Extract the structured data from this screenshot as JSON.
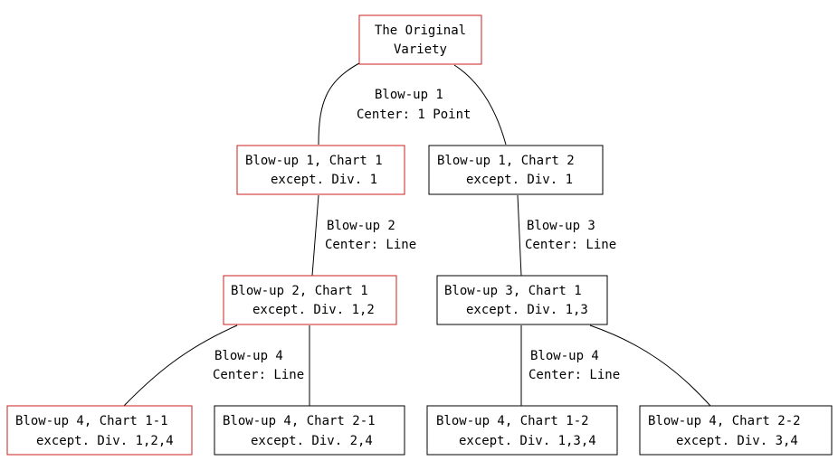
{
  "colors": {
    "highlight": "#cc1f1f",
    "default": "#000000"
  },
  "nodes": {
    "root": {
      "line1": "The Original",
      "line2": "Variety",
      "highlighted": true
    },
    "c11": {
      "line1": "Blow-up 1, Chart 1",
      "line2": "except. Div. 1",
      "highlighted": true
    },
    "c12": {
      "line1": "Blow-up 1, Chart 2",
      "line2": "except. Div. 1",
      "highlighted": false
    },
    "c21": {
      "line1": "Blow-up 2, Chart 1",
      "line2": "except. Div. 1,2",
      "highlighted": true
    },
    "c31": {
      "line1": "Blow-up 3, Chart 1",
      "line2": "except. Div. 1,3",
      "highlighted": false
    },
    "c411": {
      "line1": "Blow-up 4, Chart 1-1",
      "line2": "except. Div. 1,2,4",
      "highlighted": true
    },
    "c421": {
      "line1": "Blow-up 4, Chart 2-1",
      "line2": "except. Div. 2,4",
      "highlighted": false
    },
    "c412": {
      "line1": "Blow-up 4, Chart 1-2",
      "line2": "except. Div. 1,3,4",
      "highlighted": false
    },
    "c422": {
      "line1": "Blow-up 4, Chart 2-2",
      "line2": "except. Div. 3,4",
      "highlighted": false
    }
  },
  "edges": {
    "blowup1": {
      "line1": "Blow-up 1",
      "line2": "Center: 1 Point"
    },
    "blowup2": {
      "line1": "Blow-up 2",
      "line2": "Center: Line"
    },
    "blowup3": {
      "line1": "Blow-up 3",
      "line2": "Center: Line"
    },
    "blowup4a": {
      "line1": "Blow-up 4",
      "line2": "Center: Line"
    },
    "blowup4b": {
      "line1": "Blow-up 4",
      "line2": "Center: Line"
    }
  }
}
